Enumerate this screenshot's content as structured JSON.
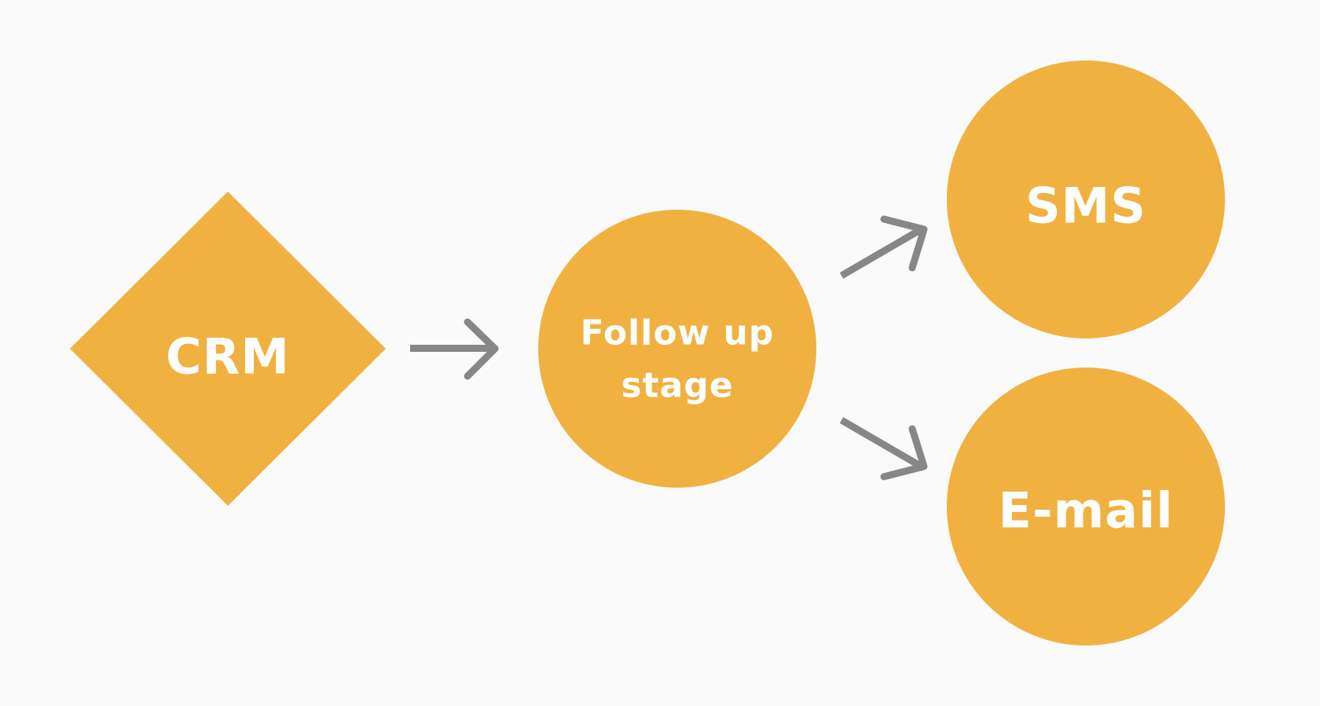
{
  "diagram": {
    "nodes": {
      "crm": {
        "label": "CRM",
        "shape": "diamond"
      },
      "follow_up": {
        "label_line1": "Follow up",
        "label_line2": "stage",
        "shape": "circle"
      },
      "sms": {
        "label": "SMS",
        "shape": "circle"
      },
      "email": {
        "label": "E-mail",
        "shape": "circle"
      }
    },
    "edges": [
      {
        "from": "CRM",
        "to": "Follow up stage"
      },
      {
        "from": "Follow up stage",
        "to": "SMS"
      },
      {
        "from": "Follow up stage",
        "to": "E-mail"
      }
    ],
    "colors": {
      "node_fill": "#f0b140",
      "arrow": "#878787",
      "label": "#ffffff",
      "background": "#fafafa"
    }
  }
}
